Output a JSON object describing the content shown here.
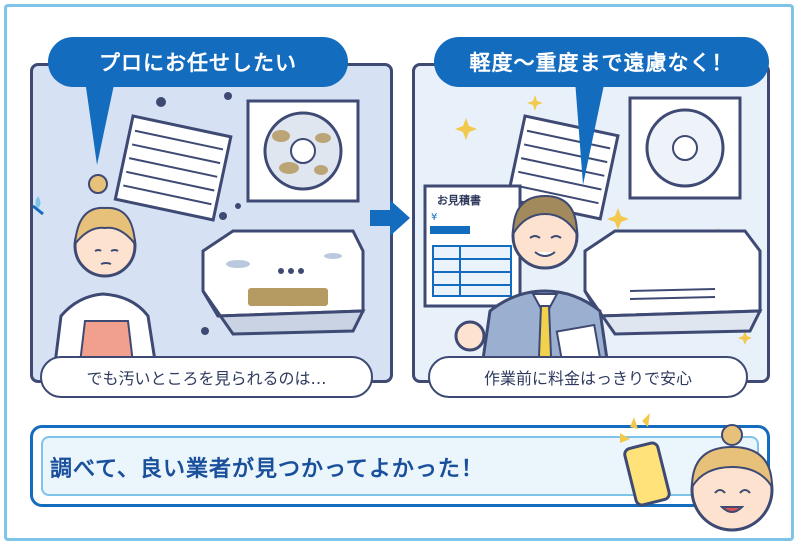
{
  "left_panel": {
    "speech": "プロにお任せしたい",
    "caption": "でも汚いところを見られるのは…"
  },
  "right_panel": {
    "speech": "軽度～重度まで遠慮なく！",
    "caption": "作業前に料金はっきりで安心",
    "estimate_doc": {
      "title": "お見積書",
      "yen_mark": "¥"
    }
  },
  "bottom": {
    "message": "調べて、良い業者が見つかってよかった！"
  },
  "colors": {
    "frame": "#7ec3ea",
    "speech_bubble": "#146cbf",
    "outline": "#3e4a73",
    "message_text": "#1a4f9c"
  }
}
